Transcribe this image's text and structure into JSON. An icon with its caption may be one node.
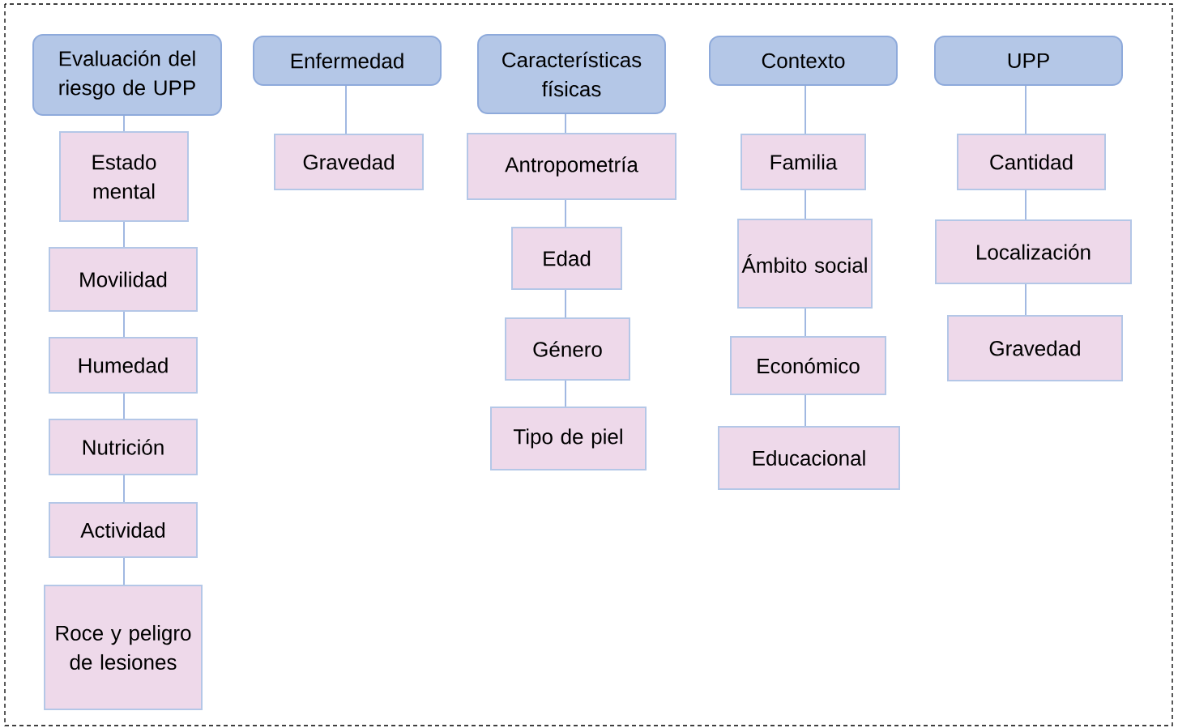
{
  "diagram": {
    "nodes": [
      {
        "text": [
          "Evaluación del riesgo de UPP"
        ]
      },
      {
        "text": [
          "Estado mental"
        ]
      },
      {
        "text": [
          "Movilidad"
        ]
      },
      {
        "text": [
          "Humedad"
        ]
      },
      {
        "text": [
          "Nutrición"
        ]
      },
      {
        "text": [
          "Actividad"
        ]
      },
      {
        "text": [
          "Roce y peligro de lesiones"
        ]
      },
      {
        "text": [
          "Enfermedad"
        ]
      },
      {
        "text": [
          "Gravedad"
        ]
      },
      {
        "text": [
          "Características físicas"
        ]
      },
      {
        "text": [
          "Antropometría"
        ]
      },
      {
        "text": [
          "Edad"
        ]
      },
      {
        "text": [
          "Género"
        ]
      },
      {
        "text": [
          "Tipo de piel"
        ]
      },
      {
        "text": [
          "Contexto"
        ]
      },
      {
        "text": [
          "Familia"
        ]
      },
      {
        "text": [
          "Ámbito social"
        ]
      },
      {
        "text": [
          "Económico"
        ]
      },
      {
        "text": [
          "Educacional"
        ]
      },
      {
        "text": [
          "UPP"
        ]
      },
      {
        "text": [
          "Cantidad"
        ]
      },
      {
        "text": [
          "Localización"
        ]
      },
      {
        "text": [
          "Gravedad"
        ]
      }
    ],
    "edges": [
      {
        "from": 0,
        "to": 1,
        "arrow": "none"
      },
      {
        "from": 1,
        "to": 2,
        "arrow": "none"
      },
      {
        "from": 2,
        "to": 3,
        "arrow": "none"
      },
      {
        "from": 3,
        "to": 4,
        "arrow": "none"
      },
      {
        "from": 4,
        "to": 5,
        "arrow": "none"
      },
      {
        "from": 5,
        "to": 6,
        "arrow": "none"
      },
      {
        "from": 7,
        "to": 8,
        "arrow": "none"
      },
      {
        "from": 9,
        "to": 10,
        "arrow": "none"
      },
      {
        "from": 10,
        "to": 11,
        "arrow": "none"
      },
      {
        "from": 11,
        "to": 12,
        "arrow": "none"
      },
      {
        "from": 12,
        "to": 13,
        "arrow": "none"
      },
      {
        "from": 14,
        "to": 15,
        "arrow": "none"
      },
      {
        "from": 15,
        "to": 16,
        "arrow": "none"
      },
      {
        "from": 16,
        "to": 17,
        "arrow": "none"
      },
      {
        "from": 17,
        "to": 18,
        "arrow": "none"
      },
      {
        "from": 19,
        "to": 20,
        "arrow": "none"
      },
      {
        "from": 20,
        "to": 21,
        "arrow": "none"
      },
      {
        "from": 21,
        "to": 22,
        "arrow": "none"
      }
    ]
  }
}
